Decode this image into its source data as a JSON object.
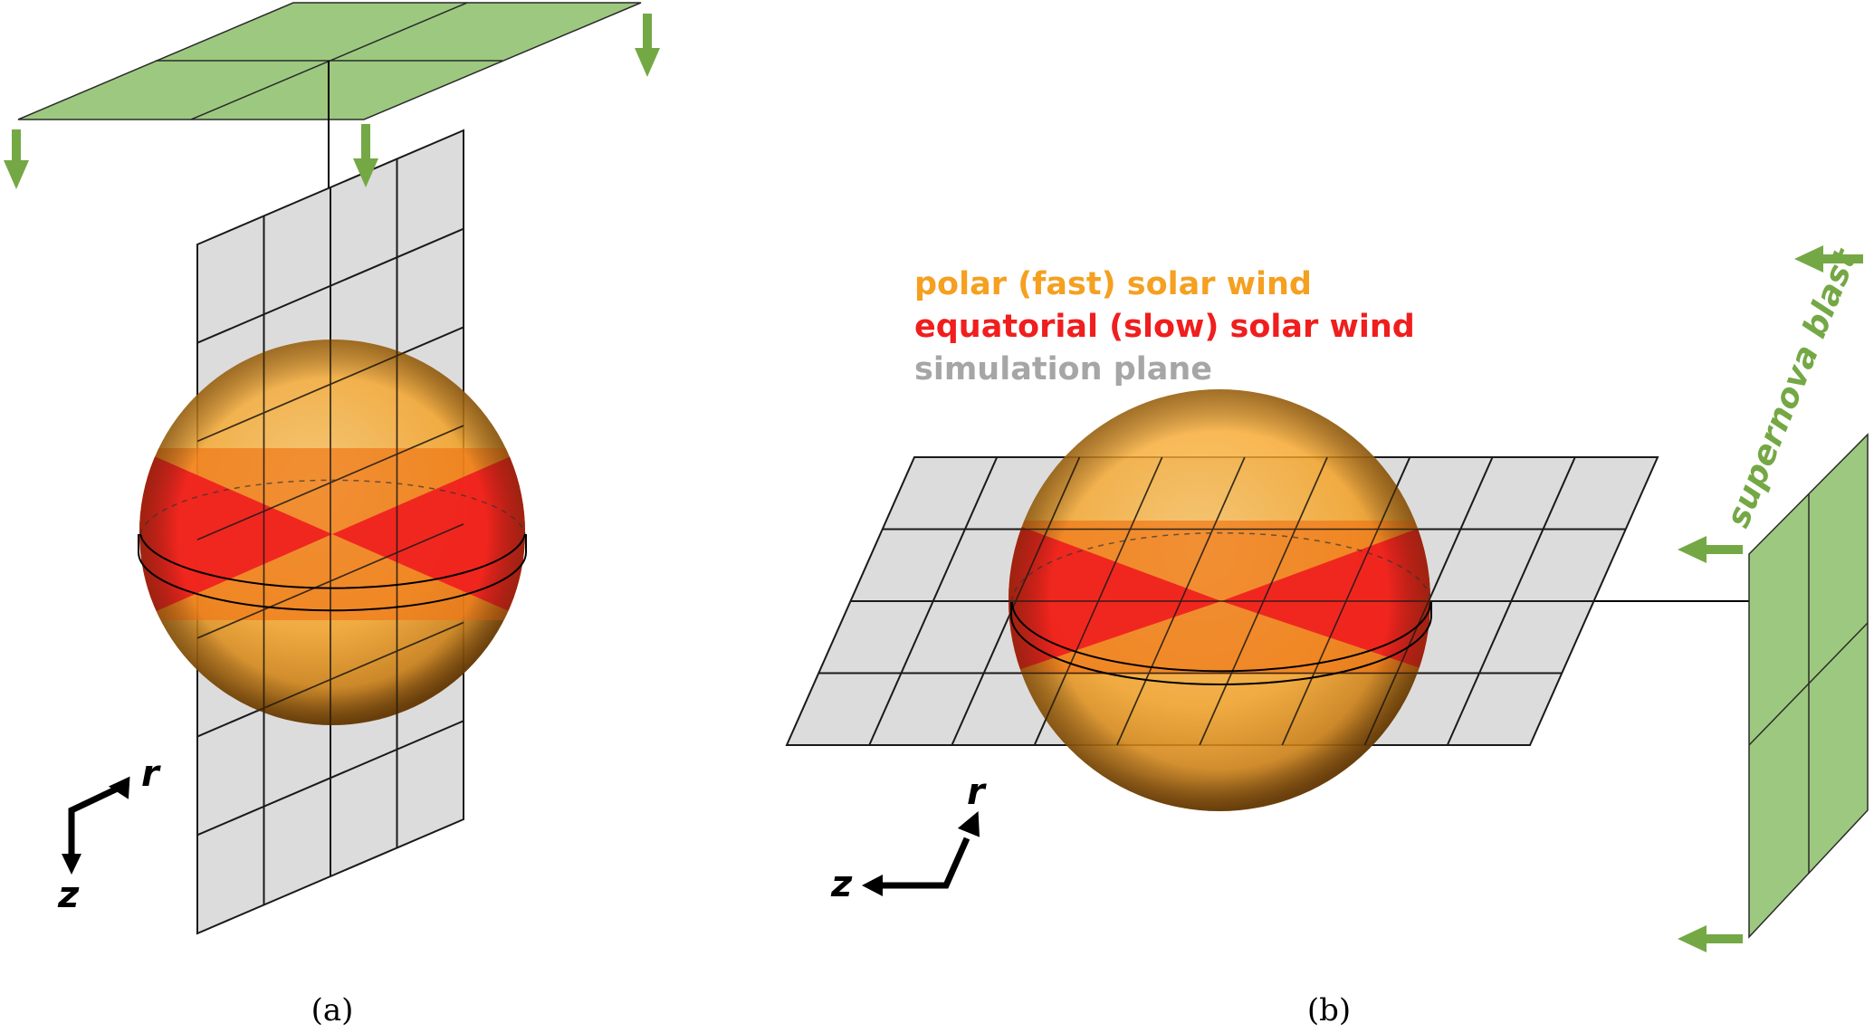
{
  "panel_a": {
    "caption": "(a)",
    "axis_r": "r",
    "axis_z": "z"
  },
  "panel_b": {
    "caption": "(b)",
    "axis_r": "r",
    "axis_z": "z",
    "blast_label": "supernova blast"
  },
  "legend": {
    "polar": "polar (fast) solar wind",
    "equatorial": "equatorial (slow) solar wind",
    "plane": "simulation plane"
  },
  "colors": {
    "polar": "#f5a020",
    "equatorial": "#f01e1e",
    "plane": "#a6a6a6",
    "blast": "#74a845",
    "blast_fill": "#9cc97f",
    "grid_fill": "#dcdcdc"
  }
}
